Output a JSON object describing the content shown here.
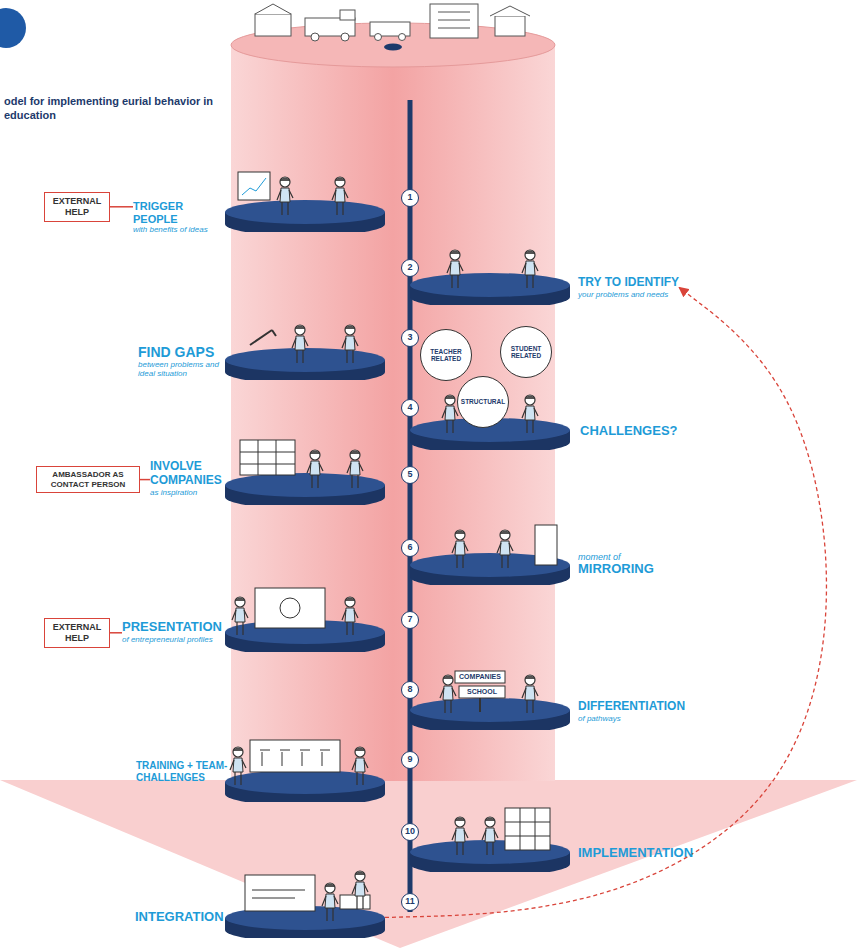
{
  "diagram": {
    "title": "odel for implementing eurial behavior in education",
    "nodes": [
      {
        "text": [
          "EXTERNAL HELP"
        ]
      },
      {
        "text": [
          "TRIGGER PEOPLE",
          "with benefits of ideas"
        ]
      },
      {
        "text": [
          "TRY TO IDENTIFY",
          "your problems and needs"
        ]
      },
      {
        "text": [
          "FIND GAPS",
          "between problems and ideal situation"
        ]
      },
      {
        "text": [
          "TEACHER RELATED"
        ]
      },
      {
        "text": [
          "STUDENT RELATED"
        ]
      },
      {
        "text": [
          "STRUCTURAL"
        ]
      },
      {
        "text": [
          "CHALLENGES?"
        ]
      },
      {
        "text": [
          "AMBASSADOR AS CONTACT PERSON"
        ]
      },
      {
        "text": [
          "INVOLVE COMPANIES",
          "as inspiration"
        ]
      },
      {
        "text": [
          "moment of",
          "MIRRORING"
        ]
      },
      {
        "text": [
          "EXTERNAL HELP"
        ]
      },
      {
        "text": [
          "PRESENTATION",
          "of entrepreneurial profiles"
        ]
      },
      {
        "text": [
          "DIFFERENTIATION",
          "of pathways"
        ]
      },
      {
        "text": [
          "TRAINING + TEAM-CHALLENGES"
        ]
      },
      {
        "text": [
          "IMPLEMENTATION"
        ]
      },
      {
        "text": [
          "INTEGRATION"
        ]
      }
    ],
    "edges": [
      {
        "from": 0,
        "to": 1,
        "arrow": "none"
      },
      {
        "from": 8,
        "to": 9,
        "arrow": "none"
      },
      {
        "from": 11,
        "to": 12,
        "arrow": "none"
      },
      {
        "from": 16,
        "to": 2,
        "arrow": "to"
      }
    ],
    "labels": [
      "1",
      "2",
      "3",
      "4",
      "5",
      "6",
      "7",
      "8",
      "9",
      "10",
      "11",
      "COMPANIES",
      "SCHOOL"
    ]
  }
}
